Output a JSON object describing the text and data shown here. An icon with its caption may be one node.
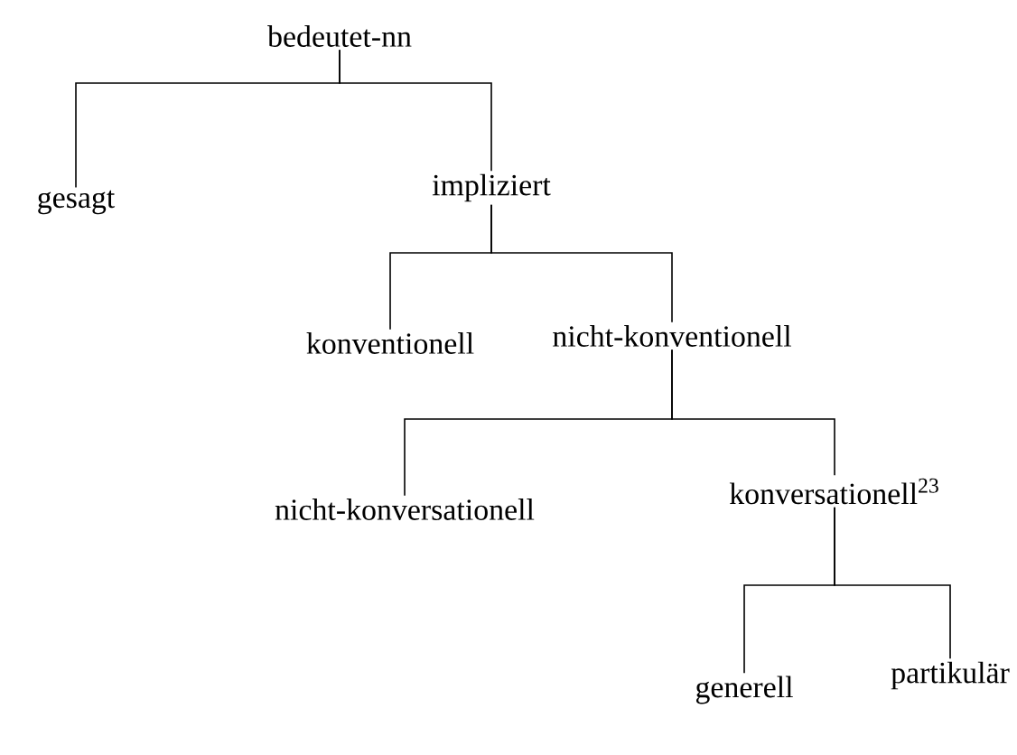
{
  "diagram": {
    "nodes": [
      {
        "text": [
          "bedeutet-nn"
        ]
      },
      {
        "text": [
          "gesagt"
        ]
      },
      {
        "text": [
          "impliziert"
        ]
      },
      {
        "text": [
          "konventionell"
        ]
      },
      {
        "text": [
          "nicht-konventionell"
        ]
      },
      {
        "text": [
          "nicht-konversationell"
        ]
      },
      {
        "text": [
          "konversationell$^{23}$"
        ]
      },
      {
        "text": [
          "generell"
        ]
      },
      {
        "text": [
          "partikulär"
        ]
      }
    ],
    "edges": [
      {
        "from": 0,
        "to": 1,
        "arrow": "none"
      },
      {
        "from": 0,
        "to": 2,
        "arrow": "none"
      },
      {
        "from": 2,
        "to": 3,
        "arrow": "none"
      },
      {
        "from": 2,
        "to": 4,
        "arrow": "none"
      },
      {
        "from": 4,
        "to": 5,
        "arrow": "none"
      },
      {
        "from": 4,
        "to": 6,
        "arrow": "none"
      },
      {
        "from": 6,
        "to": 7,
        "arrow": "none"
      },
      {
        "from": 6,
        "to": 8,
        "arrow": "none"
      }
    ]
  }
}
